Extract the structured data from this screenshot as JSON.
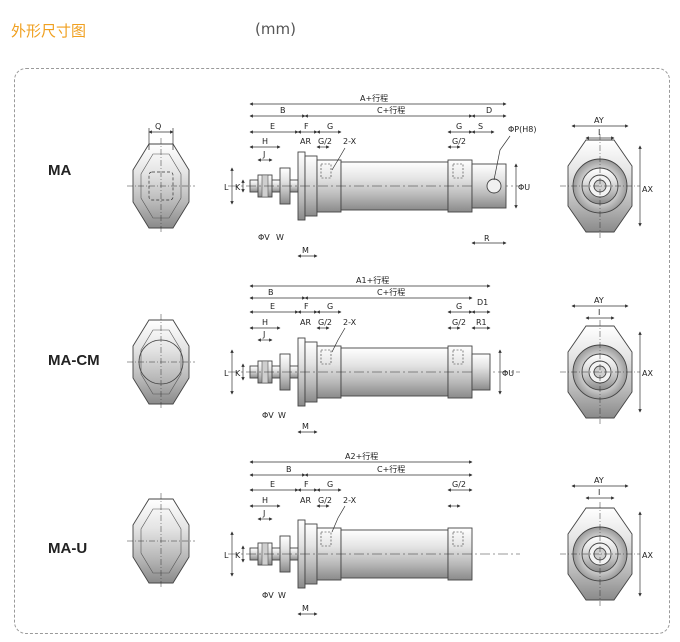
{
  "header": {
    "title": "外形尺寸图",
    "unit": "(mm)"
  },
  "models": [
    {
      "name": "MA",
      "dims": {
        "total": "A+行程",
        "body": "C+行程",
        "B": "B",
        "D": "D",
        "E": "E",
        "F": "F",
        "G": "G",
        "G2": "G/2",
        "H": "H",
        "J": "J",
        "K": "K",
        "L": "L",
        "AR": "AR",
        "X": "2-X",
        "S": "S",
        "P": "ΦP(H8)",
        "U": "ΦU",
        "R": "R",
        "V": "ΦV",
        "W": "W",
        "M": "M",
        "Q": "Q",
        "AY": "AY",
        "I": "I",
        "AX": "AX"
      }
    },
    {
      "name": "MA-CM",
      "dims": {
        "total": "A1+行程",
        "body": "C+行程",
        "B": "B",
        "D1": "D1",
        "E": "E",
        "F": "F",
        "G": "G",
        "G2": "G/2",
        "H": "H",
        "J": "J",
        "K": "K",
        "L": "L",
        "AR": "AR",
        "X": "2-X",
        "R1": "R1",
        "U": "ΦU",
        "V": "ΦV",
        "W": "W",
        "M": "M",
        "AY": "AY",
        "I": "I",
        "AX": "AX"
      }
    },
    {
      "name": "MA-U",
      "dims": {
        "total": "A2+行程",
        "body": "C+行程",
        "B": "B",
        "E": "E",
        "F": "F",
        "G": "G",
        "G2": "G/2",
        "H": "H",
        "J": "J",
        "K": "K",
        "L": "L",
        "AR": "AR",
        "X": "2-X",
        "V": "ΦV",
        "W": "W",
        "M": "M",
        "AY": "AY",
        "I": "I",
        "AX": "AX"
      }
    }
  ]
}
